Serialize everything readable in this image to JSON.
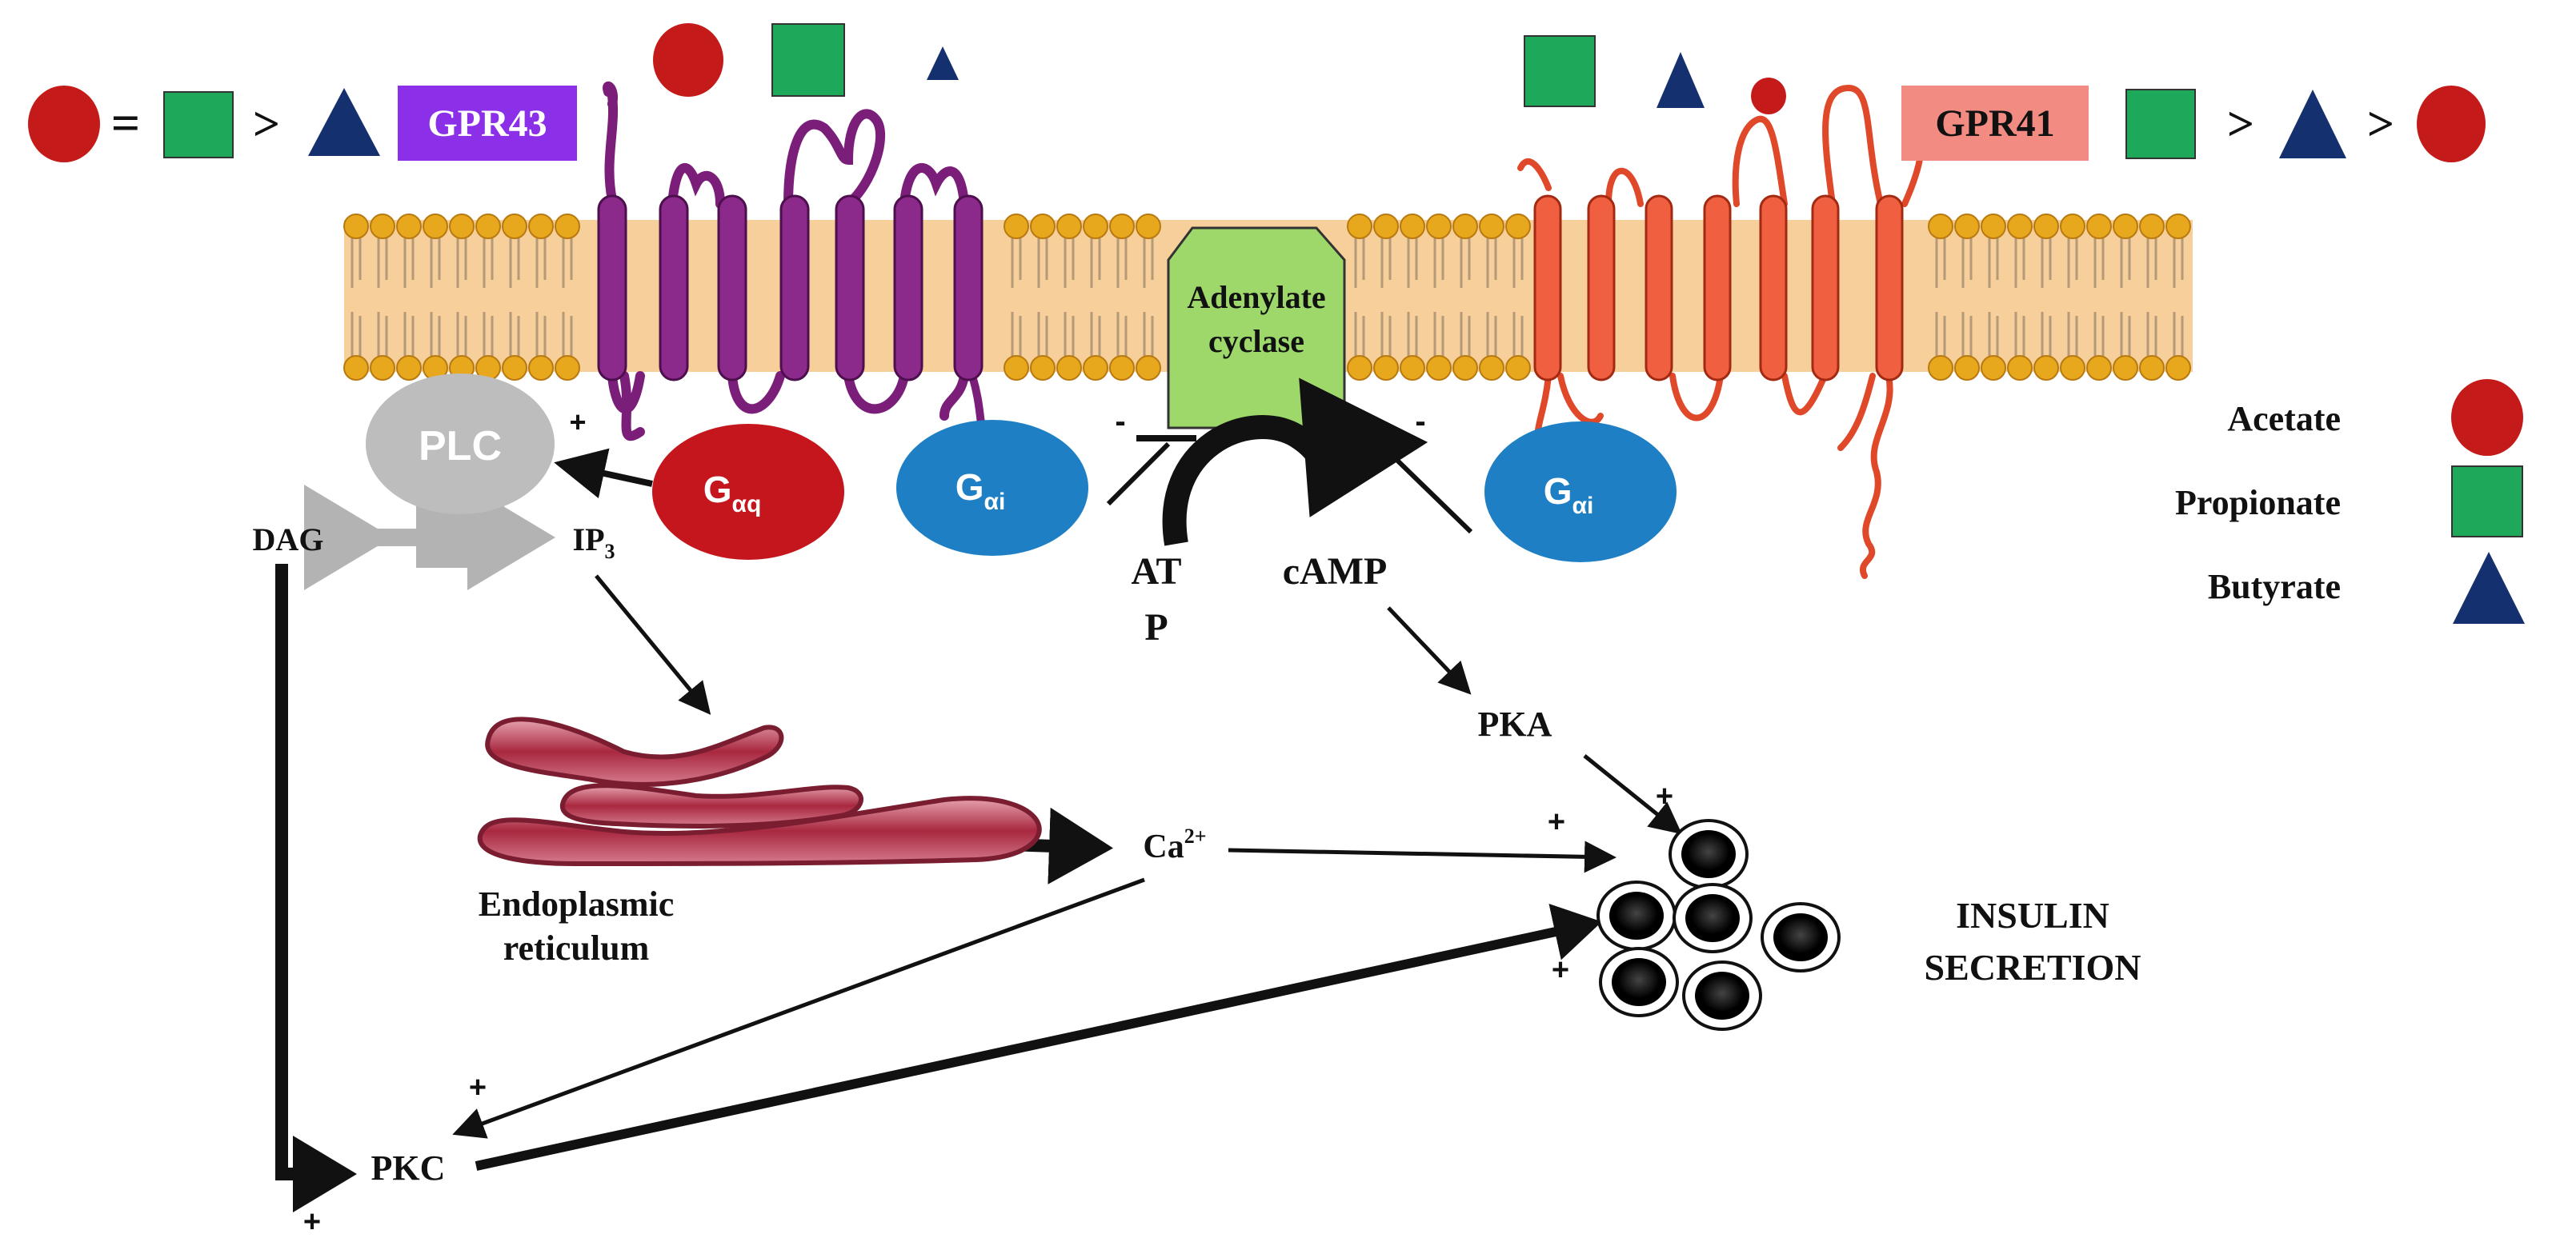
{
  "colors": {
    "acetate": "#c41a1a",
    "propionate": "#1ea85a",
    "butyrate": "#15306e",
    "gpr43": "#8b2fe8",
    "gpr41": "#f28b82",
    "receptor43": "#7a1e7a",
    "receptor41": "#ee5a3a",
    "membrane": "#f7cf9a",
    "lipid_head": "#e8a81e",
    "adenylate_cyclase": "#9ed86a",
    "g_alpha_q": "#c4161c",
    "g_alpha_i": "#1f7fc4",
    "plc": "#bdbdbd",
    "er": "#b83c56"
  },
  "receptors": {
    "gpr43": {
      "label": "GPR43",
      "ranking_relations": [
        "=",
        ">"
      ]
    },
    "gpr41": {
      "label": "GPR41",
      "ranking_relations": [
        ">",
        ">"
      ]
    }
  },
  "ligands_legend": [
    {
      "label": "Acetate",
      "icon": "red-circle"
    },
    {
      "label": "Propionate",
      "icon": "green-square"
    },
    {
      "label": "Butyrate",
      "icon": "navy-triangle"
    }
  ],
  "nodes": {
    "adenylate_cyclase": {
      "line1": "Adenylate",
      "line2": "cyclase"
    },
    "plc": "PLC",
    "g_alpha_q": {
      "main": "G",
      "sub": "αq"
    },
    "g_alpha_i_left": {
      "main": "G",
      "sub": "αi"
    },
    "g_alpha_i_right": {
      "main": "G",
      "sub": "αi"
    },
    "dag": "DAG",
    "ip3": {
      "main": "IP",
      "sub": "3"
    },
    "atp": {
      "line1": "AT",
      "line2": "P"
    },
    "camp": "cAMP",
    "pka": "PKA",
    "ca": {
      "main": "Ca",
      "sup": "2+"
    },
    "pkc": "PKC",
    "er": {
      "line1": "Endoplasmic",
      "line2": "reticulum"
    },
    "insulin": {
      "line1": "INSULIN",
      "line2": "SECRETION"
    }
  },
  "signs": {
    "plc_plus": "+",
    "ac_minus_left": "-",
    "ac_minus_right": "-",
    "pka_plus": "+",
    "ca_plus": "+",
    "pkc_plus_insulin": "+",
    "ca_to_pkc_plus": "+",
    "dag_pkc_plus": "+"
  }
}
